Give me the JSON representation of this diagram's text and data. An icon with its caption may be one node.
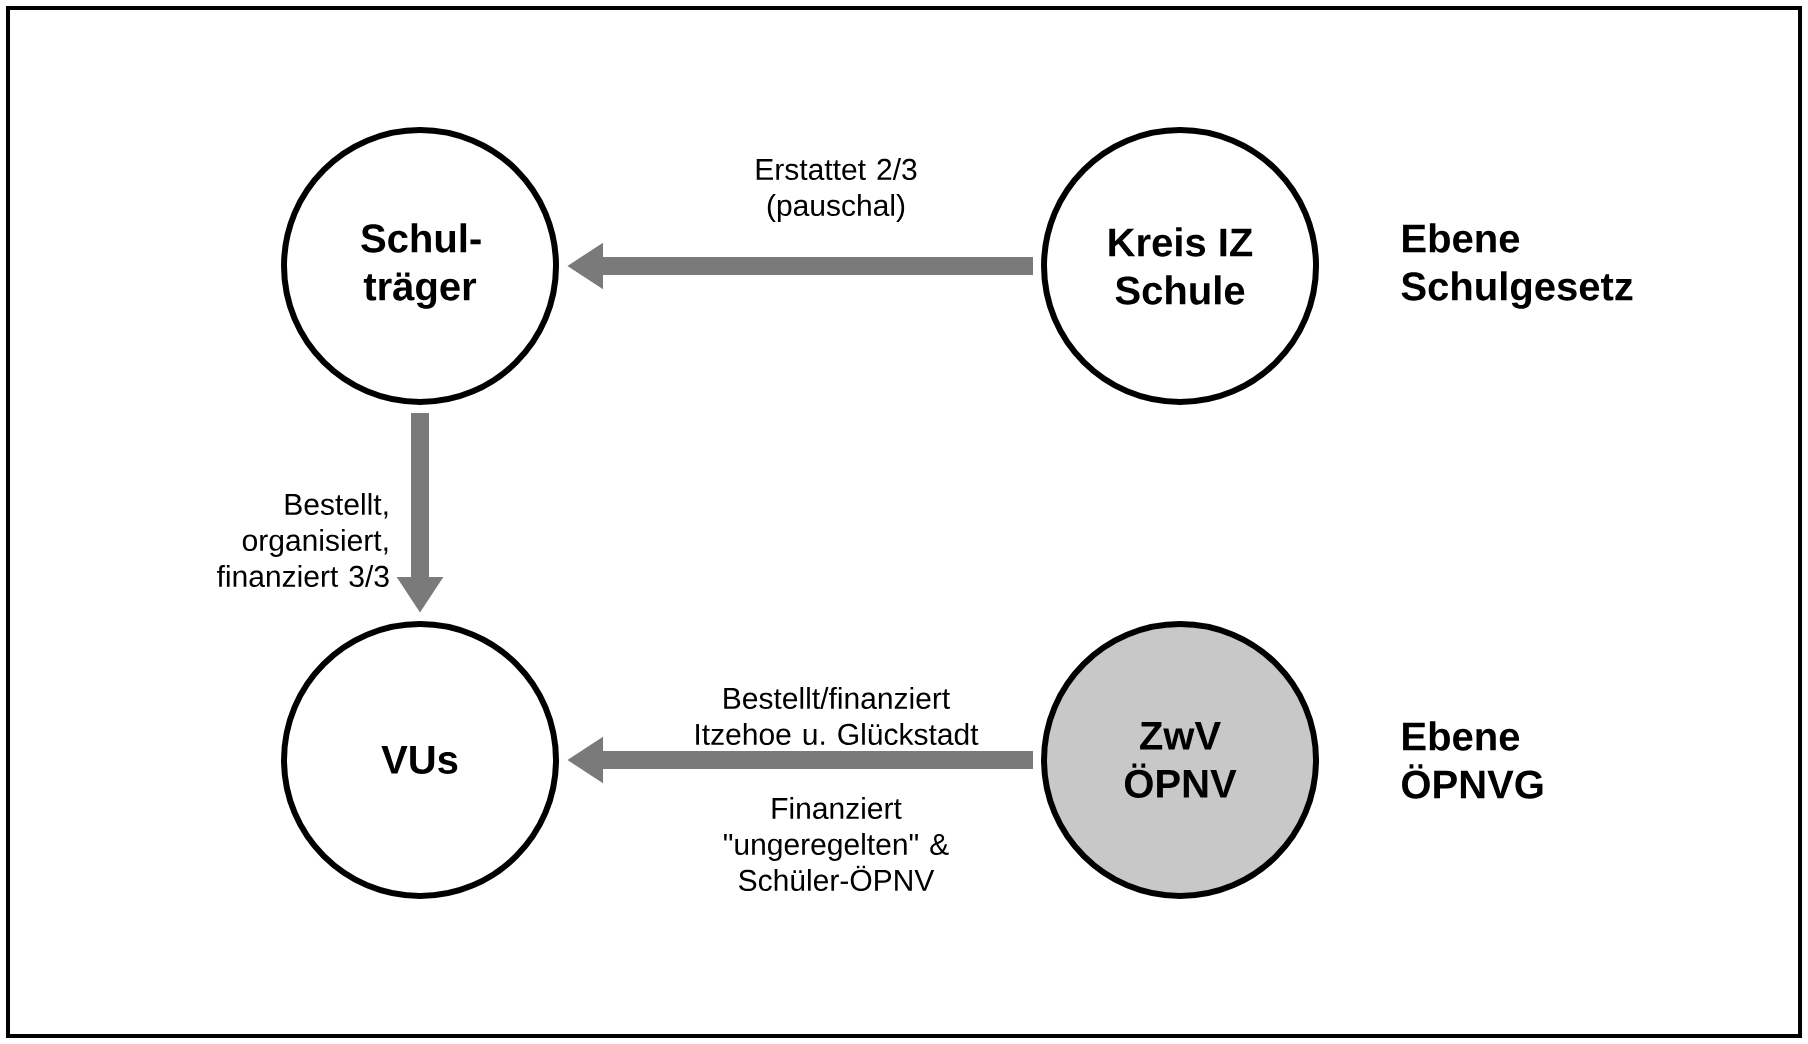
{
  "diagram": {
    "nodes": [
      {
        "text": [
          "Schul- träger"
        ]
      },
      {
        "text": [
          "Kreis IZ Schule"
        ]
      },
      {
        "text": [
          "VUs"
        ]
      },
      {
        "text": [
          "ZwV ÖPNV"
        ]
      }
    ],
    "edges": [
      {
        "from": 1,
        "to": 0,
        "arrow": "to",
        "label": "Erstattet 2/3 (pauschal)"
      },
      {
        "from": 0,
        "to": 2,
        "arrow": "to",
        "label": "Bestellt, organisiert, finanziert 3/3"
      },
      {
        "from": 3,
        "to": 2,
        "arrow": "to",
        "label": "Bestellt/finanziert Itzehoe u. Glückstadt"
      }
    ],
    "labels": [
      "Ebene Schulgesetz",
      "Finanziert \"ungeregelten\" & Schüler-ÖPNV",
      "Ebene ÖPNVG"
    ]
  }
}
